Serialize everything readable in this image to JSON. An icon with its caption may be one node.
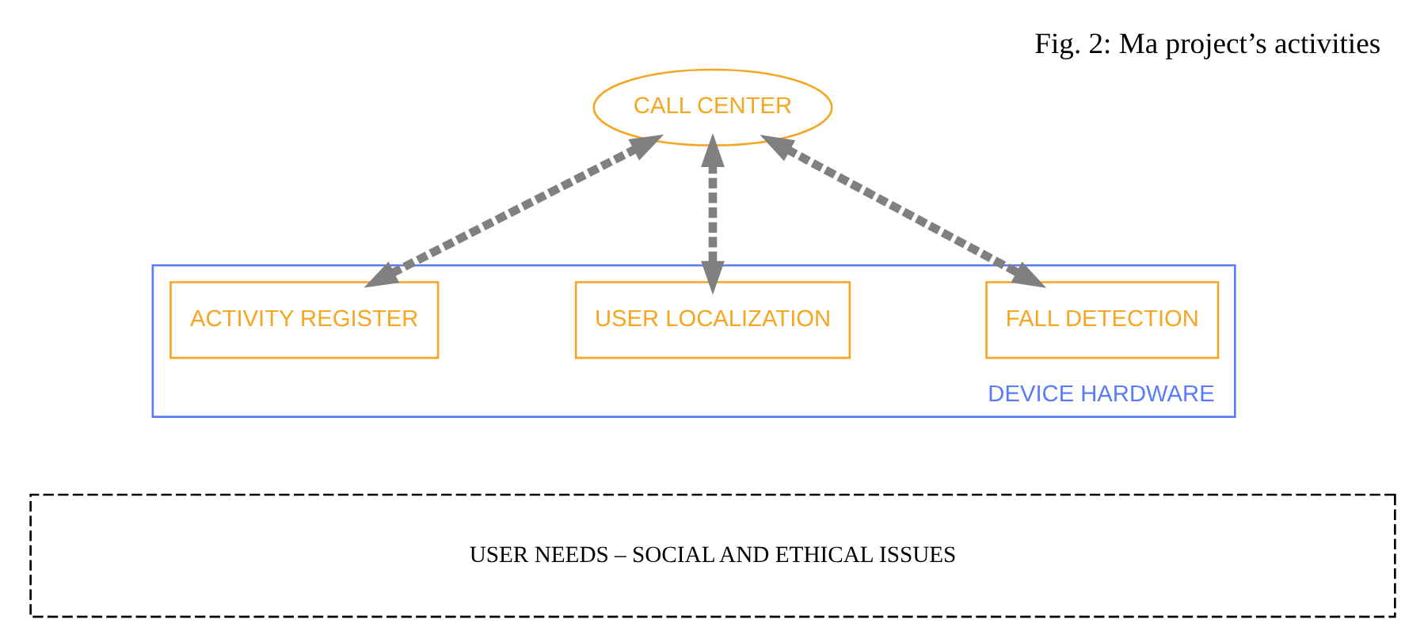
{
  "diagram": {
    "caption": "Fig. 2: Ma project’s activities",
    "nodes": [
      {
        "text": [
          "CALL CENTER"
        ]
      },
      {
        "text": [
          "DEVICE HARDWARE"
        ]
      },
      {
        "text": [
          "FALL DETECTION"
        ],
        "in": 1
      },
      {
        "text": [
          "USER LOCALIZATION"
        ],
        "in": 1
      },
      {
        "text": [
          "ACTIVITY REGISTER"
        ],
        "in": 1
      },
      {
        "text": [
          "USER NEEDS – SOCIAL AND ETHICAL ISSUES"
        ]
      }
    ],
    "edges": [
      {
        "from": 0,
        "to": 2,
        "arrow": "both"
      },
      {
        "from": 0,
        "to": 3,
        "arrow": "both"
      },
      {
        "from": 0,
        "to": 4,
        "arrow": "both"
      }
    ]
  }
}
